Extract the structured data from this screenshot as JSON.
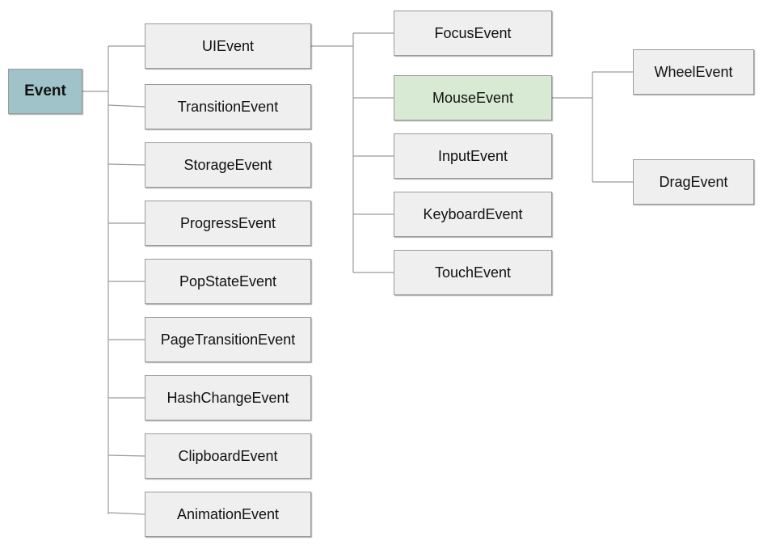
{
  "diagram": {
    "root": {
      "label": "Event"
    },
    "level1": [
      {
        "label": "UIEvent"
      },
      {
        "label": "TransitionEvent"
      },
      {
        "label": "StorageEvent"
      },
      {
        "label": "ProgressEvent"
      },
      {
        "label": "PopStateEvent"
      },
      {
        "label": "PageTransitionEvent"
      },
      {
        "label": "HashChangeEvent"
      },
      {
        "label": "ClipboardEvent"
      },
      {
        "label": "AnimationEvent"
      }
    ],
    "uievent_children": [
      {
        "label": "FocusEvent"
      },
      {
        "label": "MouseEvent",
        "highlighted": true
      },
      {
        "label": "InputEvent"
      },
      {
        "label": "KeyboardEvent"
      },
      {
        "label": "TouchEvent"
      }
    ],
    "mouseevent_children": [
      {
        "label": "WheelEvent"
      },
      {
        "label": "DragEvent"
      }
    ],
    "colors": {
      "root_fill": "#9fc3c9",
      "node_fill": "#efefef",
      "highlight_fill": "#d8ead3",
      "connector": "#9a9a9a"
    }
  }
}
